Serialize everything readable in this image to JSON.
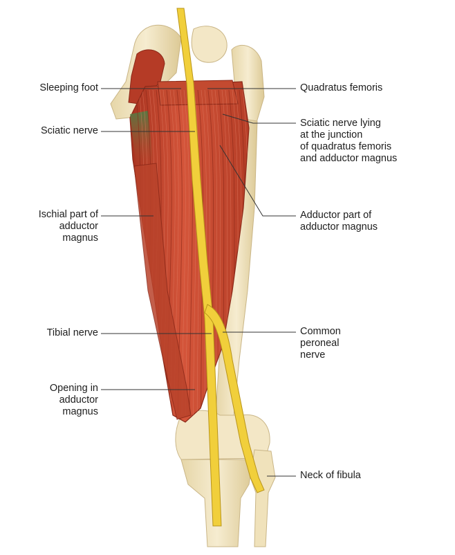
{
  "colors": {
    "background": "#ffffff",
    "bone": "#f1e4bd",
    "bone_shadow": "#d9c79a",
    "muscle": "#c9452c",
    "muscle_dark": "#9e2f1f",
    "muscle_light": "#e0705a",
    "nerve": "#f0cf3a",
    "nerve_edge": "#b89417",
    "green_tissue": "#5b8a4f",
    "leader_line": "#333333",
    "text": "#1d1d1d"
  },
  "labels": {
    "left": [
      {
        "text": "Sleeping foot"
      },
      {
        "text": "Sciatic nerve"
      },
      {
        "lines": [
          "Ischial part of",
          "adductor",
          "magnus"
        ]
      },
      {
        "text": "Tibial nerve"
      },
      {
        "lines": [
          "Opening in",
          "adductor",
          "magnus"
        ]
      }
    ],
    "right": [
      {
        "text": "Quadratus femoris"
      },
      {
        "lines": [
          "Sciatic nerve lying",
          "at the junction",
          "of quadratus femoris",
          "and adductor magnus"
        ]
      },
      {
        "lines": [
          "Adductor part of",
          "adductor magnus"
        ]
      },
      {
        "lines": [
          "Common",
          "peroneal",
          "nerve"
        ]
      },
      {
        "text": "Neck of fibula"
      }
    ]
  }
}
